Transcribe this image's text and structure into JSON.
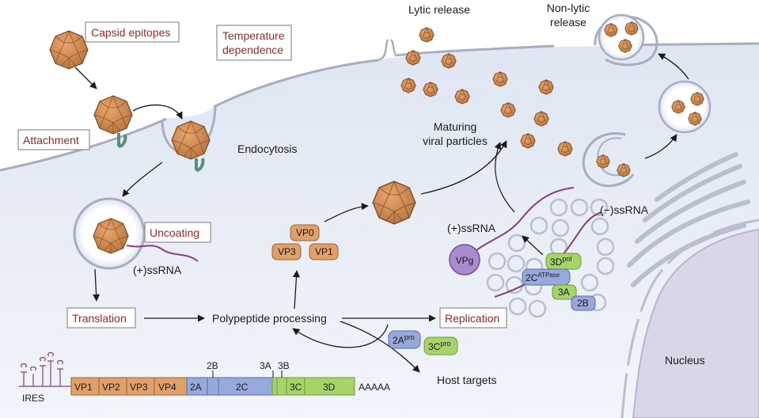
{
  "labels": {
    "capsid_epitopes": "Capsid epitopes",
    "temperature_dependence_1": "Temperature",
    "temperature_dependence_2": "dependence",
    "attachment": "Attachment",
    "endocytosis": "Endocytosis",
    "uncoating": "Uncoating",
    "ssrna_plus_uncoat": "(+)ssRNA",
    "translation": "Translation",
    "polypeptide_processing": "Polypeptide processing",
    "replication": "Replication",
    "host_targets": "Host targets",
    "lytic_release": "Lytic release",
    "non_lytic_1": "Non-lytic",
    "non_lytic_2": "release",
    "maturing_1": "Maturing",
    "maturing_2": "viral particles",
    "ssrna_plus_rep": "(+)ssRNA",
    "ssrna_minus_rep": "(−)ssRNA",
    "nucleus": "Nucleus",
    "ires": "IRES",
    "polya": "AAAAA"
  },
  "capsid_proteins": {
    "vp0": "VP0",
    "vp3": "VP3",
    "vp1": "VP1"
  },
  "proteases": {
    "a2_base": "2A",
    "a2_sup": "pro",
    "c3_base": "3C",
    "c3_sup": "pro"
  },
  "replication_complex": {
    "vpg": "VPg",
    "pol_base": "3D",
    "pol_sup": "pol",
    "atp_base": "2C",
    "atp_sup": "ATPase",
    "p3a": "3A",
    "p2b": "2B"
  },
  "genome": {
    "segments": [
      "VP1",
      "VP2",
      "VP3",
      "VP4",
      "2A",
      "2C",
      "3C",
      "3D"
    ],
    "top_labels": [
      "2B",
      "3A",
      "3B"
    ]
  },
  "colors": {
    "capsid": "#cf8a4f",
    "structural": "#e0a06a",
    "nonstructural_blue": "#97a8dc",
    "nonstructural_green": "#a7d46a",
    "rna": "#8a3c82",
    "vpg": "#a98bcf",
    "box_text": "#a0282a",
    "cytoplasm": "#e9eef7",
    "nucleus": "#d9d6e8"
  }
}
